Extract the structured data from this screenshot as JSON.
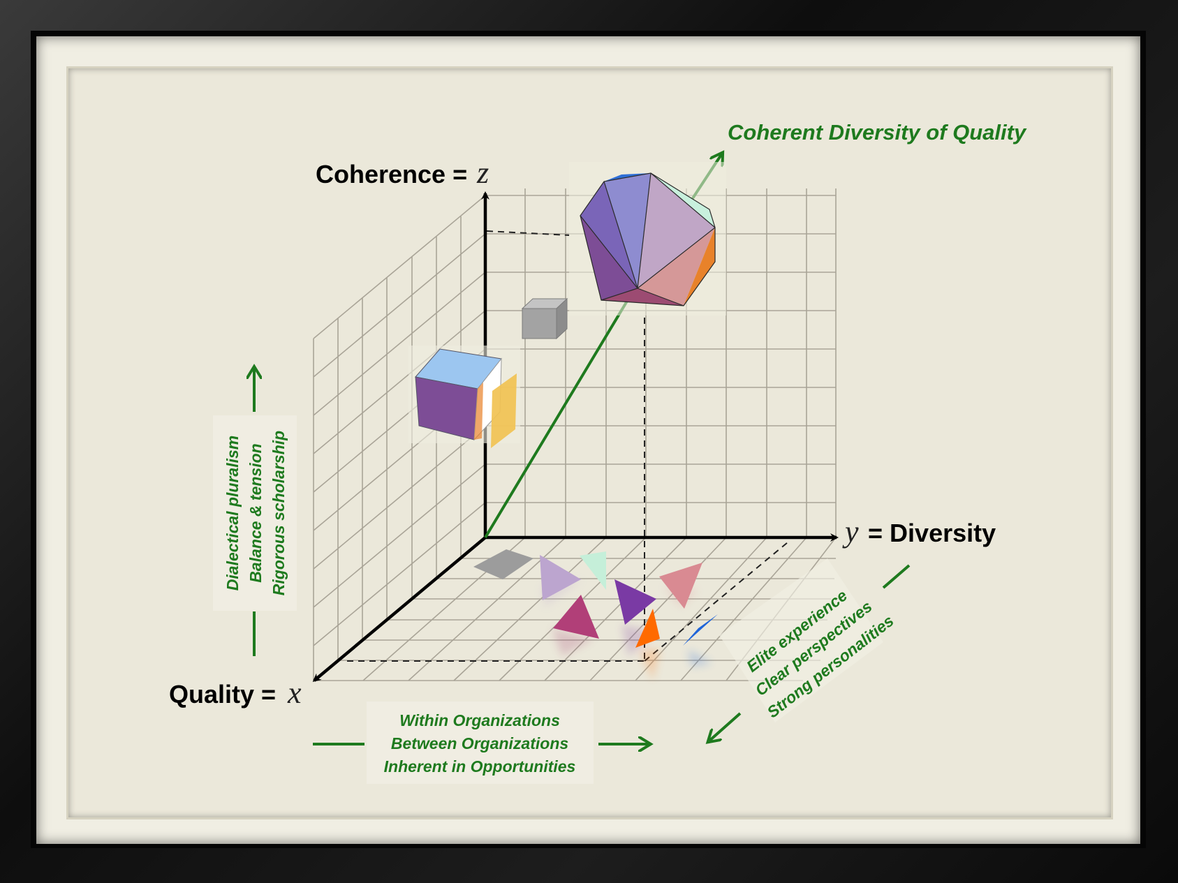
{
  "title": "Coherent Diversity of Quality",
  "axes": {
    "z": {
      "name": "Coherence",
      "symbol": "z",
      "equals": "="
    },
    "y": {
      "name": "Diversity",
      "symbol": "y",
      "equals": "="
    },
    "x": {
      "name": "Quality",
      "symbol": "x",
      "equals": "="
    }
  },
  "coherence_factors": [
    "Dialectical pluralism",
    "Balance & tension",
    "Rigorous scholarship"
  ],
  "quality_factors": [
    "Within Organizations",
    "Between Organizations",
    "Inherent in Opportunities"
  ],
  "diversity_factors": [
    "Elite experience",
    "Clear perspectives",
    "Strong personalities"
  ],
  "colors": {
    "accent_green": "#1e7a1e",
    "axis": "#000000",
    "grid": "#a7a296",
    "art_background": "#ebe8da",
    "frame": "#111111"
  },
  "icons": [
    "icosahedron-icon",
    "cube-icon",
    "small-grey-cube-icon",
    "triangle-shard-icon"
  ]
}
